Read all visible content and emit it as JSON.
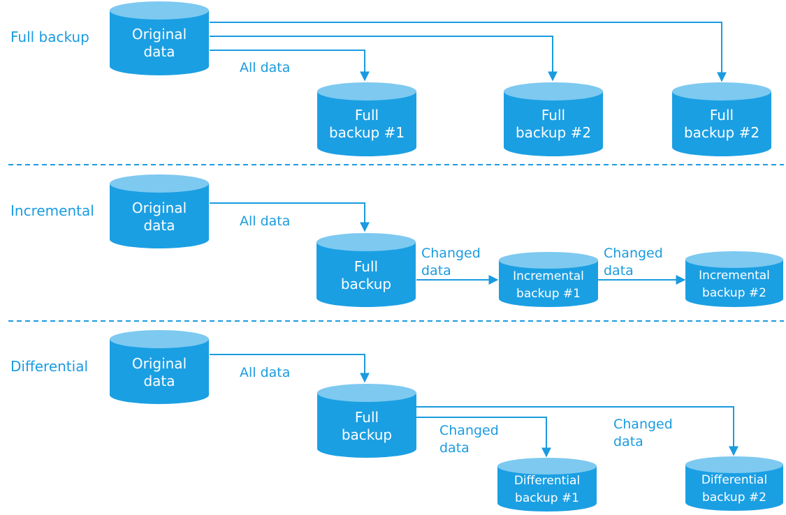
{
  "colors": {
    "cylinder_body": "#1b9fe3",
    "cylinder_top": "#7dc9f0",
    "connector": "#1a9be0",
    "label": "#1a9be0"
  },
  "rows": {
    "full": {
      "label": "Full backup",
      "original": [
        "Original",
        "data"
      ],
      "edge_all": "All data",
      "backup1": [
        "Full",
        "backup #1"
      ],
      "backup2": [
        "Full",
        "backup #2"
      ],
      "backup3": [
        "Full",
        "backup #2"
      ]
    },
    "incremental": {
      "label": "Incremental",
      "original": [
        "Original",
        "data"
      ],
      "edge_all": "All data",
      "full": [
        "Full",
        "backup"
      ],
      "edge_changed1": [
        "Changed",
        "data"
      ],
      "inc1": [
        "Incremental",
        "backup #1"
      ],
      "edge_changed2": [
        "Changed",
        "data"
      ],
      "inc2": [
        "Incremental",
        "backup #2"
      ]
    },
    "differential": {
      "label": "Differential",
      "original": [
        "Original",
        "data"
      ],
      "edge_all": "All data",
      "full": [
        "Full",
        "backup"
      ],
      "edge_changed1": [
        "Changed",
        "data"
      ],
      "diff1": [
        "Differential",
        "backup #1"
      ],
      "edge_changed2": [
        "Changed",
        "data"
      ],
      "diff2": [
        "Differential",
        "backup #2"
      ]
    }
  }
}
